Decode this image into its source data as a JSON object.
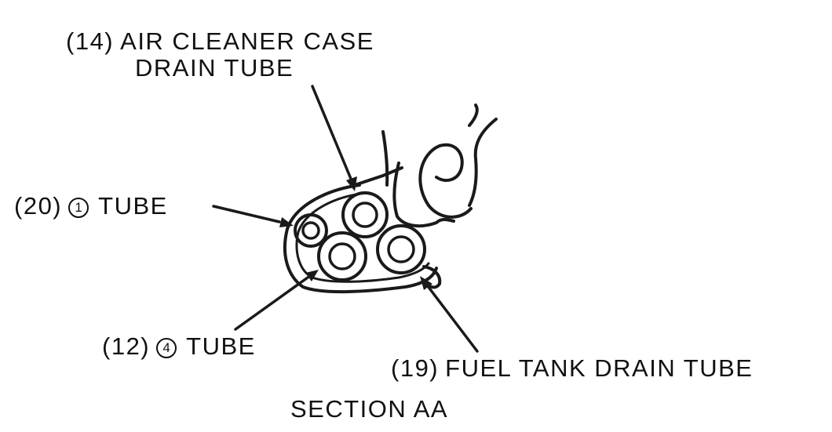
{
  "labels": {
    "air_cleaner": {
      "number": "(14)",
      "line1": "AIR CLEANER CASE",
      "line2": "DRAIN TUBE"
    },
    "tube_1": {
      "number": "(20)",
      "circled": "1",
      "text": "TUBE"
    },
    "tube_4": {
      "number": "(12)",
      "circled": "4",
      "text": "TUBE"
    },
    "fuel_tank": {
      "number": "(19)",
      "text": "FUEL TANK DRAIN TUBE"
    }
  },
  "caption": "SECTION AA"
}
